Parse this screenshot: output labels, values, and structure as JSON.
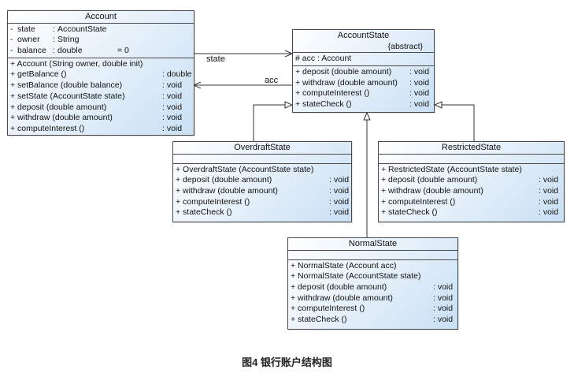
{
  "caption": "图4 银行账户结构图",
  "assoc": {
    "state": "state",
    "acc": "acc"
  },
  "account": {
    "name": "Account",
    "attributes": [
      {
        "vis": "-",
        "name": "state",
        "sep": ":",
        "type": "AccountState"
      },
      {
        "vis": "-",
        "name": "owner",
        "sep": ":",
        "type": "String"
      },
      {
        "vis": "-",
        "name": "balance",
        "sep": ":",
        "type": "double",
        "init": "= 0"
      }
    ],
    "operations": [
      {
        "text": "+ Account (String owner, double init)",
        "type": ""
      },
      {
        "text": "+ getBalance ()",
        "type": ": double"
      },
      {
        "text": "+ setBalance (double balance)",
        "type": ": void"
      },
      {
        "text": "+ setState (AccountState state)",
        "type": ": void"
      },
      {
        "text": "+ deposit (double amount)",
        "type": ": void"
      },
      {
        "text": "+ withdraw (double amount)",
        "type": ": void"
      },
      {
        "text": "+ computeInterest ()",
        "type": ": void"
      }
    ]
  },
  "accountState": {
    "name": "AccountState",
    "stereotype": "{abstract}",
    "attributes": [
      {
        "text": "# acc  : Account"
      }
    ],
    "operations": [
      {
        "text": "+ deposit (double amount)",
        "type": ": void"
      },
      {
        "text": "+ withdraw (double amount)",
        "type": ": void"
      },
      {
        "text": "+ computeInterest ()",
        "type": ": void"
      },
      {
        "text": "+ stateCheck ()",
        "type": ": void"
      }
    ]
  },
  "overdraftState": {
    "name": "OverdraftState",
    "operations": [
      {
        "text": "+ OverdraftState (AccountState state)",
        "type": ""
      },
      {
        "text": "+ deposit (double amount)",
        "type": ": void"
      },
      {
        "text": "+ withdraw (double amount)",
        "type": ": void"
      },
      {
        "text": "+ computeInterest ()",
        "type": ": void"
      },
      {
        "text": "+ stateCheck ()",
        "type": ": void"
      }
    ]
  },
  "restrictedState": {
    "name": "RestrictedState",
    "operations": [
      {
        "text": "+ RestrictedState (AccountState state)",
        "type": ""
      },
      {
        "text": "+ deposit (double amount)",
        "type": ": void"
      },
      {
        "text": "+ withdraw (double amount)",
        "type": ": void"
      },
      {
        "text": "+ computeInterest ()",
        "type": ": void"
      },
      {
        "text": "+ stateCheck ()",
        "type": ": void"
      }
    ]
  },
  "normalState": {
    "name": "NormalState",
    "operations": [
      {
        "text": "+ NormalState (Account acc)",
        "type": ""
      },
      {
        "text": "+ NormalState (AccountState state)",
        "type": ""
      },
      {
        "text": "+ deposit (double amount)",
        "type": ": void"
      },
      {
        "text": "+ withdraw (double amount)",
        "type": ": void"
      },
      {
        "text": "+ computeInterest ()",
        "type": ": void"
      },
      {
        "text": "+ stateCheck ()",
        "type": ": void"
      }
    ]
  }
}
